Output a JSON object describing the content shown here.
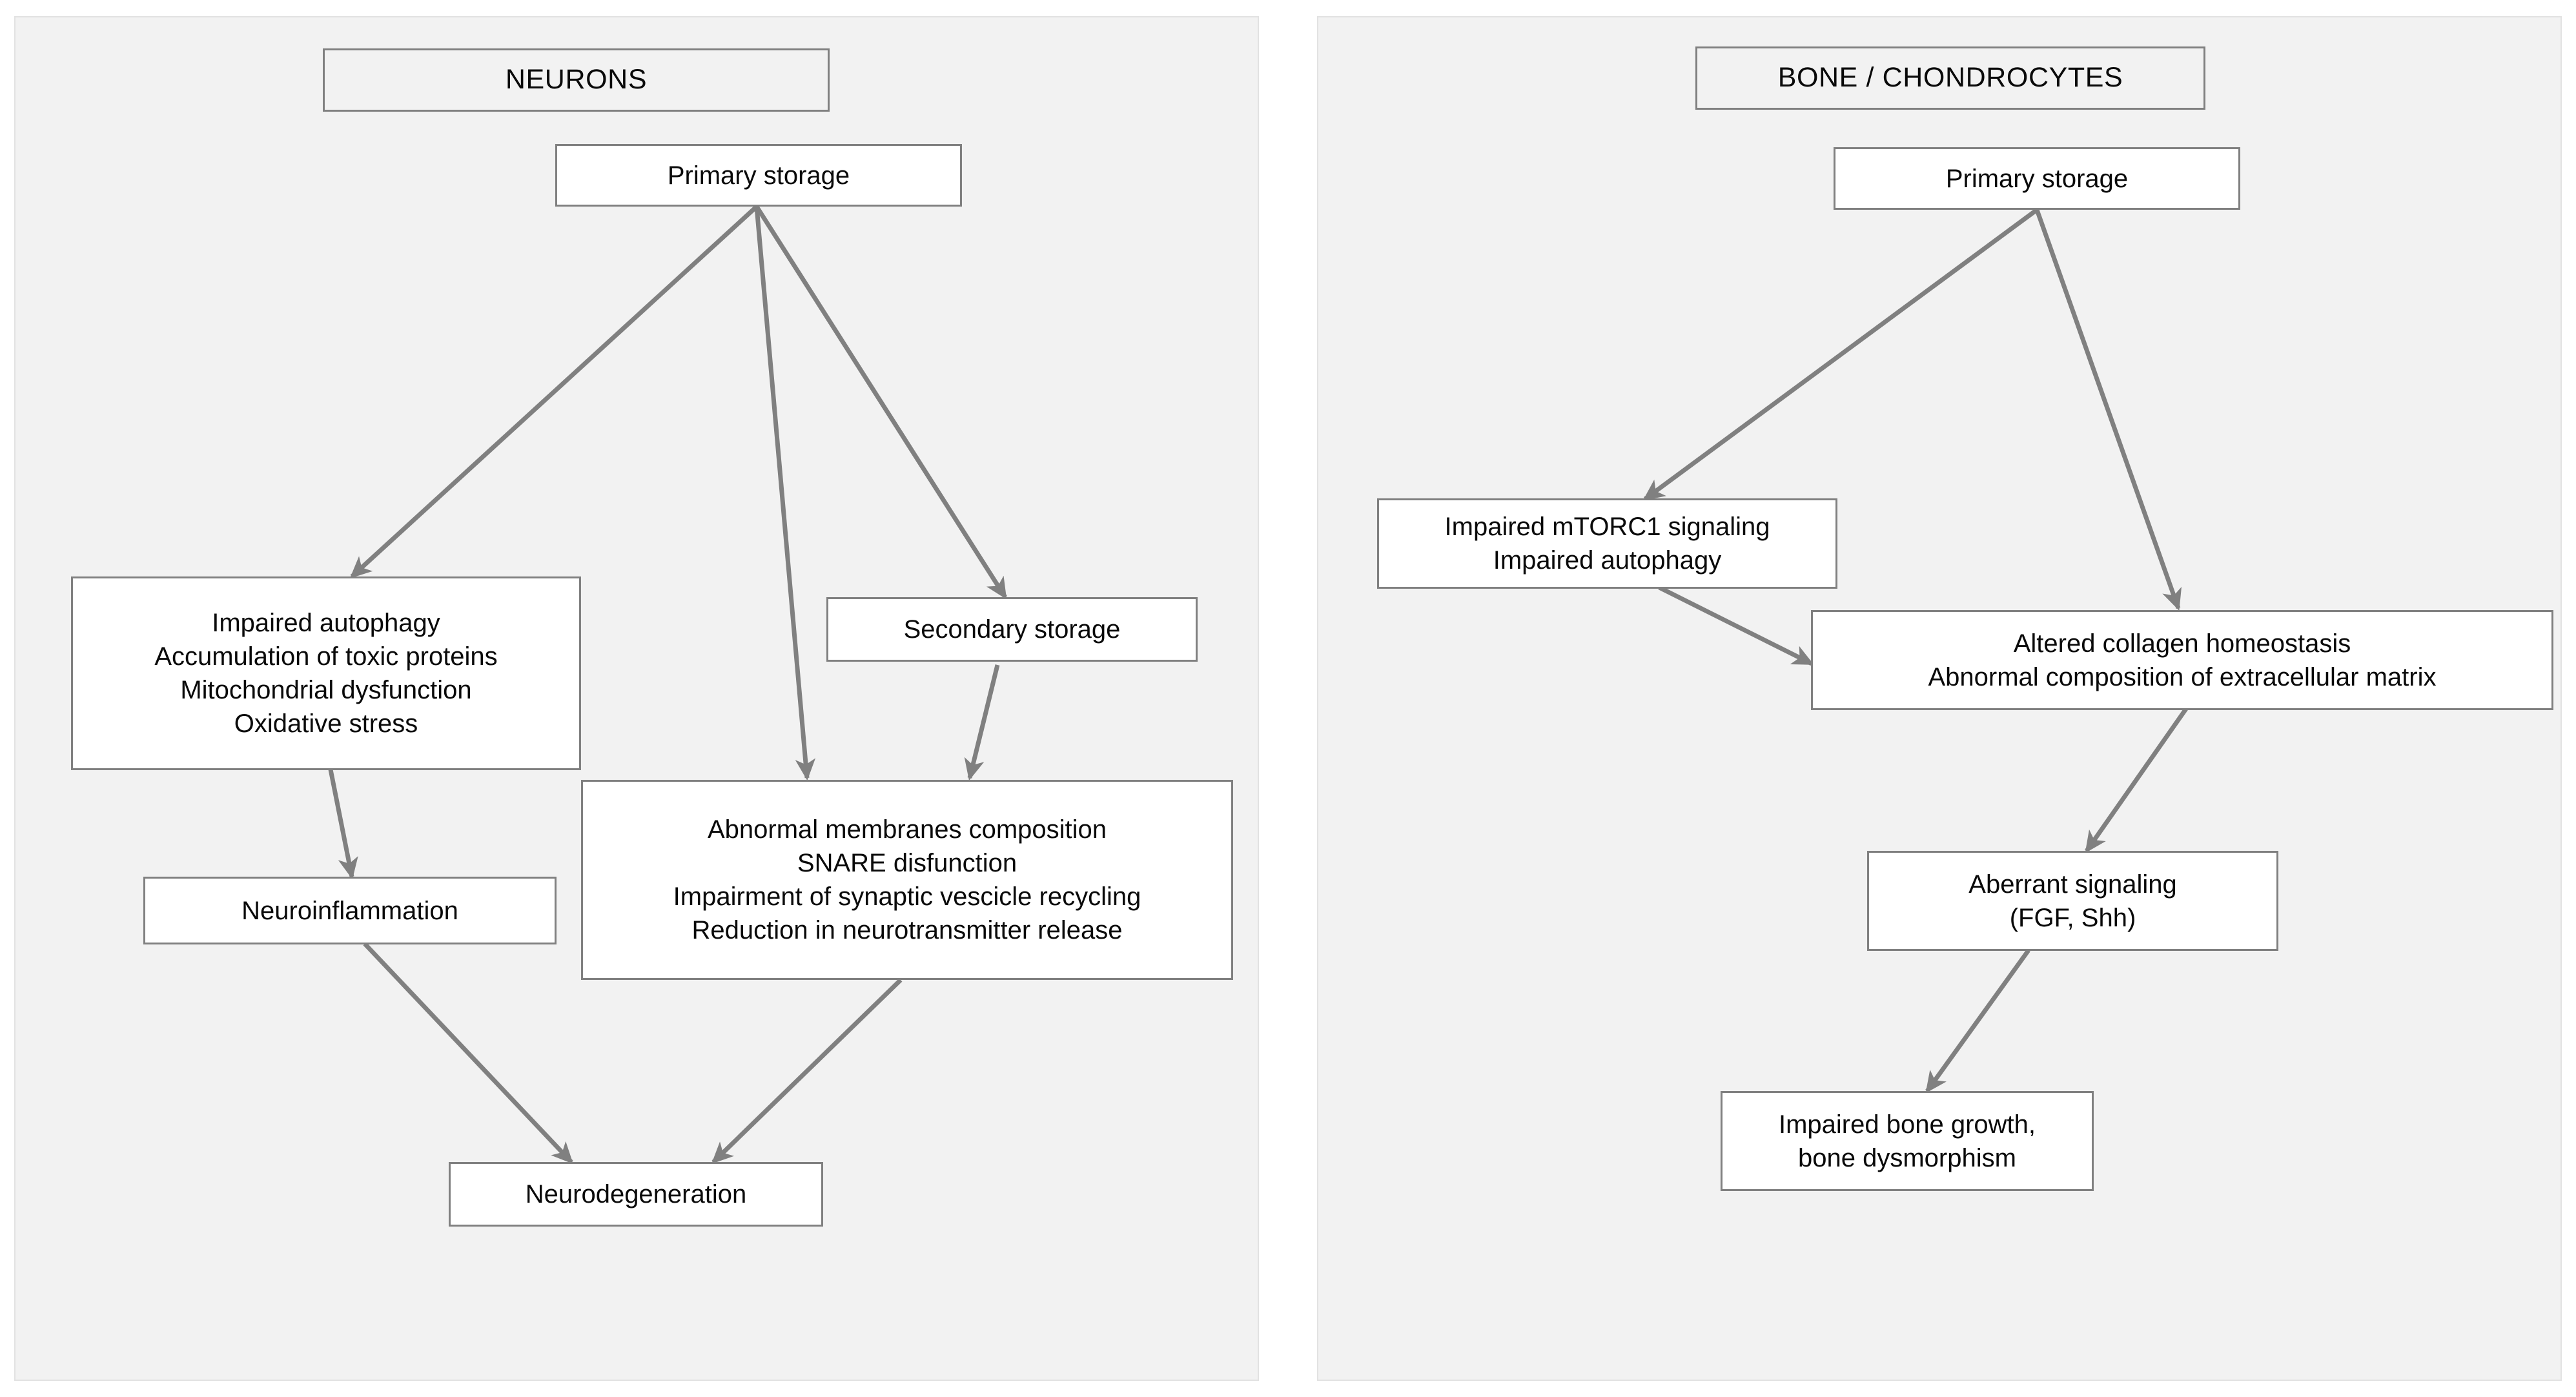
{
  "figure": {
    "type": "flowchart",
    "edge_color": "#808080",
    "panel_background": "#f2f2f2",
    "node_background": "#ffffff",
    "text_color": "#0a0a0a"
  },
  "panels": [
    {
      "id": "neurons",
      "header": "NEURONS",
      "nodes": [
        {
          "id": "n-header",
          "label": "NEURONS"
        },
        {
          "id": "n-primary",
          "label": "Primary storage"
        },
        {
          "id": "n-impaired",
          "label": "Impaired autophagy\nAccumulation of toxic proteins\nMitochondrial dysfunction\nOxidative stress"
        },
        {
          "id": "n-secondary",
          "label": "Secondary storage"
        },
        {
          "id": "n-membranes",
          "label": "Abnormal membranes composition\nSNARE disfunction\nImpairment of synaptic vescicle recycling\nReduction in neurotransmitter release"
        },
        {
          "id": "n-neuroinflam",
          "label": "Neuroinflammation"
        },
        {
          "id": "n-neurodegen",
          "label": "Neurodegeneration"
        }
      ],
      "edges": [
        {
          "from": "n-primary",
          "to": "n-impaired"
        },
        {
          "from": "n-primary",
          "to": "n-membranes"
        },
        {
          "from": "n-primary",
          "to": "n-secondary"
        },
        {
          "from": "n-impaired",
          "to": "n-neuroinflam"
        },
        {
          "from": "n-secondary",
          "to": "n-membranes"
        },
        {
          "from": "n-neuroinflam",
          "to": "n-neurodegen"
        },
        {
          "from": "n-membranes",
          "to": "n-neurodegen"
        }
      ]
    },
    {
      "id": "bone",
      "header": "BONE / CHONDROCYTES",
      "nodes": [
        {
          "id": "b-header",
          "label": "BONE / CHONDROCYTES"
        },
        {
          "id": "b-primary",
          "label": "Primary storage"
        },
        {
          "id": "b-mtorc1",
          "label": "Impaired mTORC1 signaling\nImpaired autophagy"
        },
        {
          "id": "b-collagen",
          "label": "Altered collagen homeostasis\nAbnormal composition of extracellular matrix"
        },
        {
          "id": "b-aberrant",
          "label": "Aberrant signaling\n(FGF, Shh)"
        },
        {
          "id": "b-bonegrowth",
          "label": "Impaired bone growth,\nbone dysmorphism"
        }
      ],
      "edges": [
        {
          "from": "b-primary",
          "to": "b-mtorc1"
        },
        {
          "from": "b-primary",
          "to": "b-collagen"
        },
        {
          "from": "b-mtorc1",
          "to": "b-collagen"
        },
        {
          "from": "b-collagen",
          "to": "b-aberrant"
        },
        {
          "from": "b-aberrant",
          "to": "b-bonegrowth"
        }
      ]
    }
  ]
}
